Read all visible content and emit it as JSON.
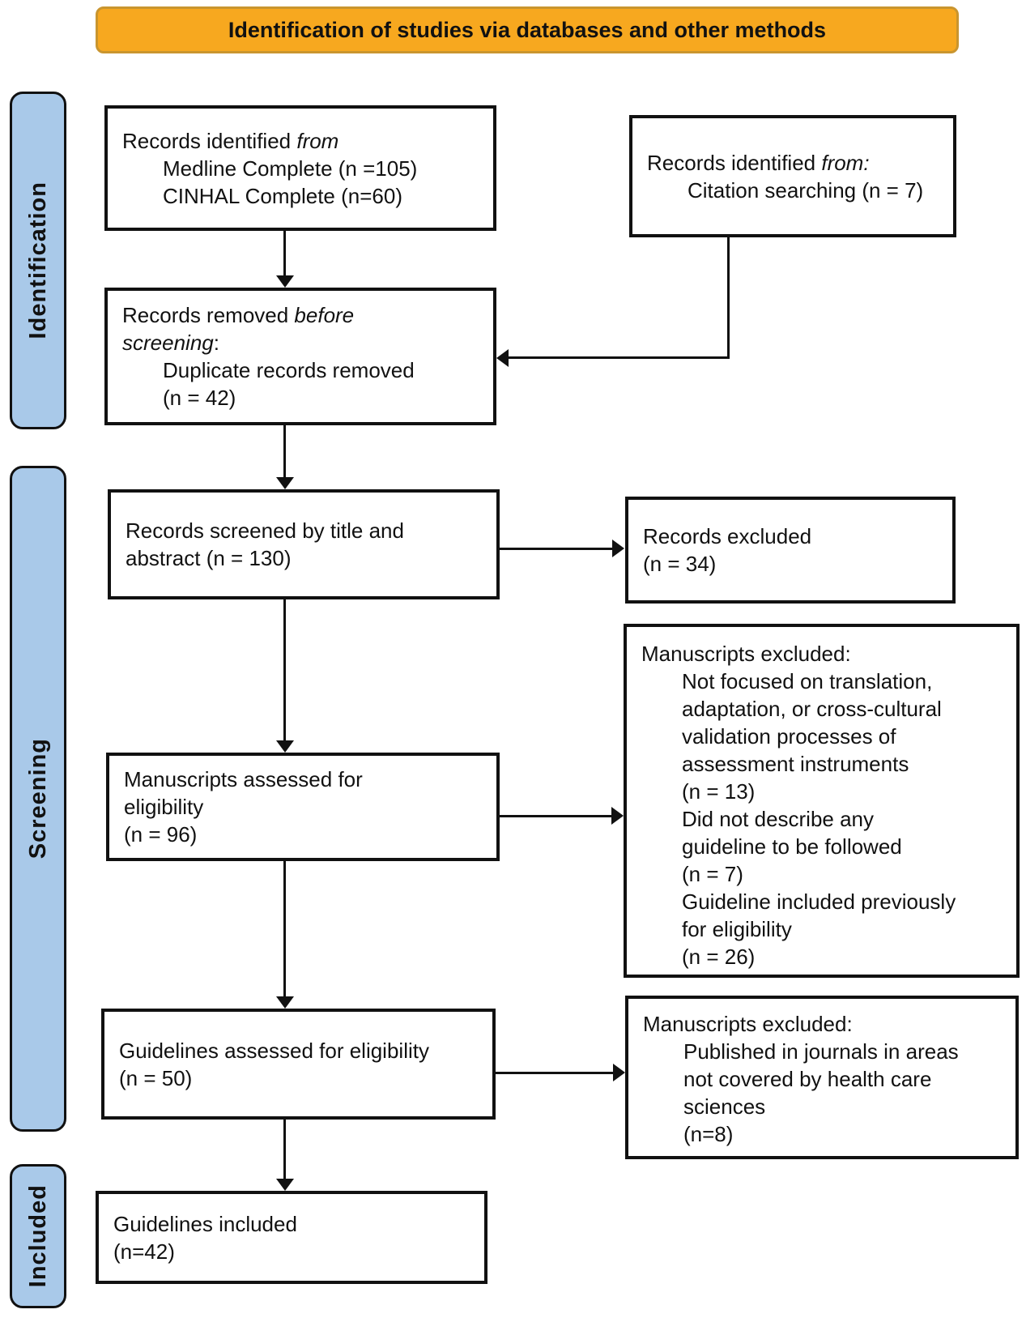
{
  "banner": {
    "title": "Identification of studies via databases and other methods"
  },
  "stages": {
    "identification": "Identification",
    "screening": "Screening",
    "included": "Included"
  },
  "boxes": {
    "db_identified": {
      "lead": "Records identified ",
      "lead_italic": "from",
      "items": [
        "Medline Complete (n =105)",
        "CINHAL Complete (n=60)"
      ]
    },
    "other_identified": {
      "lead": "Records identified ",
      "lead_italic": "from:",
      "items": [
        "Citation searching (n = 7)"
      ]
    },
    "removed_before_screening": {
      "lead": "Records removed ",
      "italic_line1": "before",
      "italic_line2": "screening",
      "post": ":",
      "items": [
        "Duplicate records removed",
        "(n = 42)"
      ]
    },
    "records_screened": {
      "lines": [
        "Records screened by title and",
        "abstract (n = 130)"
      ]
    },
    "records_excluded": {
      "lines": [
        "Records excluded",
        "(n = 34)"
      ]
    },
    "manuscripts_assessed": {
      "lines": [
        "Manuscripts assessed for",
        "eligibility",
        "(n = 96)"
      ]
    },
    "manuscripts_excluded_screening": {
      "title": "Manuscripts excluded:",
      "items": [
        "Not focused on translation,",
        "adaptation, or cross-cultural",
        "validation processes of",
        "assessment instruments",
        "(n = 13)",
        "Did not describe any",
        "guideline to be followed",
        "(n = 7)",
        "Guideline included previously",
        "for eligibility",
        "(n = 26)"
      ]
    },
    "guidelines_assessed": {
      "lines": [
        "Guidelines assessed for eligibility",
        "(n = 50)"
      ]
    },
    "manuscripts_excluded_eligibility": {
      "title": "Manuscripts excluded:",
      "items": [
        "Published in journals in areas",
        "not covered by health care",
        "sciences",
        "(n=8)"
      ]
    },
    "guidelines_included": {
      "lines": [
        "Guidelines included",
        "(n=42)"
      ]
    }
  },
  "colors": {
    "banner_fill": "#F7A81F",
    "banner_border": "#C9952F",
    "stage_fill": "#A9C9E9",
    "line_color": "#111111"
  }
}
